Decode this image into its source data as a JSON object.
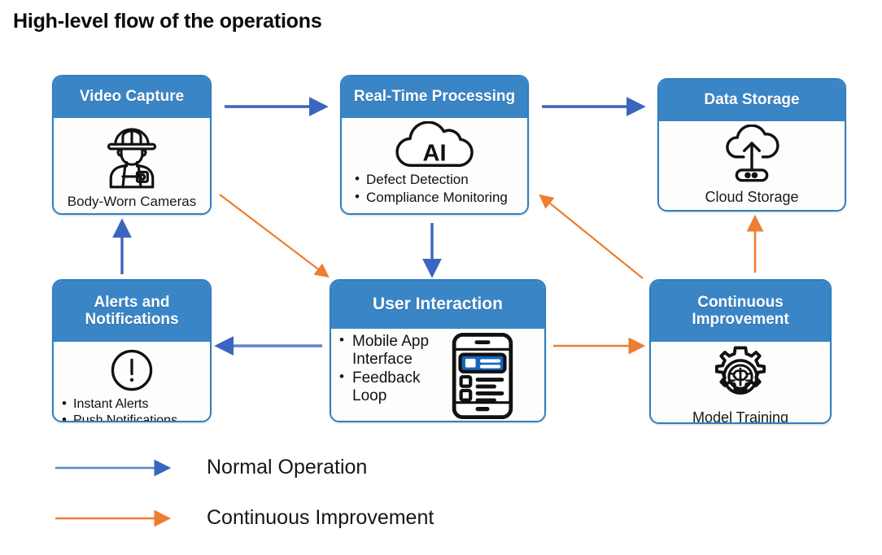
{
  "title": "High-level flow of the operations",
  "colors": {
    "header_blue": "#3a85c6",
    "border_blue": "#2e7fc1",
    "arrow_blue": "#4472c4",
    "arrow_orange": "#ed7d31",
    "box_background": "#fdfdfb",
    "text_dark": "#111111"
  },
  "nodes": {
    "video_capture": {
      "title": "Video Capture",
      "icon": "worker-helmet-bodycam-icon",
      "caption": "Body-Worn Cameras"
    },
    "realtime_processing": {
      "title": "Real-Time Processing",
      "icon": "ai-cloud-icon",
      "icon_label": "AI",
      "bullets": [
        "Defect Detection",
        "Compliance Monitoring"
      ]
    },
    "data_storage": {
      "title": "Data Storage",
      "icon": "cloud-upload-server-icon",
      "caption": "Cloud Storage"
    },
    "alerts_notifications": {
      "title": "Alerts and Notifications",
      "title_line1": "Alerts and",
      "title_line2": "Notifications",
      "icon": "exclamation-circle-icon",
      "bullets": [
        "Instant Alerts",
        "Push Notifications"
      ]
    },
    "user_interaction": {
      "title": "User Interaction",
      "icon": "mobile-phone-app-icon",
      "bullets": [
        "Mobile App Interface",
        "Feedback Loop"
      ]
    },
    "continuous_improvement": {
      "title": "Continuous Improvement",
      "title_line1": "Continuous",
      "title_line2": "Improvement",
      "icon": "gear-brain-icon",
      "caption": "Model Training"
    }
  },
  "connections": [
    {
      "from": "video_capture",
      "to": "realtime_processing",
      "type": "normal",
      "color": "#4472c4",
      "direction": "right"
    },
    {
      "from": "realtime_processing",
      "to": "data_storage",
      "type": "normal",
      "color": "#4472c4",
      "direction": "right"
    },
    {
      "from": "realtime_processing",
      "to": "user_interaction",
      "type": "normal",
      "color": "#4472c4",
      "direction": "down"
    },
    {
      "from": "user_interaction",
      "to": "alerts_notifications",
      "type": "normal",
      "color": "#4472c4",
      "direction": "left"
    },
    {
      "from": "alerts_notifications",
      "to": "video_capture",
      "type": "normal",
      "color": "#4472c4",
      "direction": "up"
    },
    {
      "from": "video_capture",
      "to": "user_interaction",
      "type": "continuous",
      "color": "#ed7d31",
      "direction": "diagonal-down-right"
    },
    {
      "from": "user_interaction",
      "to": "continuous_improvement",
      "type": "continuous",
      "color": "#ed7d31",
      "direction": "right"
    },
    {
      "from": "continuous_improvement",
      "to": "realtime_processing",
      "type": "continuous",
      "color": "#ed7d31",
      "direction": "diagonal-up-left"
    },
    {
      "from": "continuous_improvement",
      "to": "data_storage",
      "type": "continuous",
      "color": "#ed7d31",
      "direction": "up"
    }
  ],
  "legend": {
    "normal": {
      "label": "Normal Operation",
      "color": "#4472c4"
    },
    "continuous": {
      "label": "Continuous Improvement",
      "color": "#ed7d31"
    }
  }
}
